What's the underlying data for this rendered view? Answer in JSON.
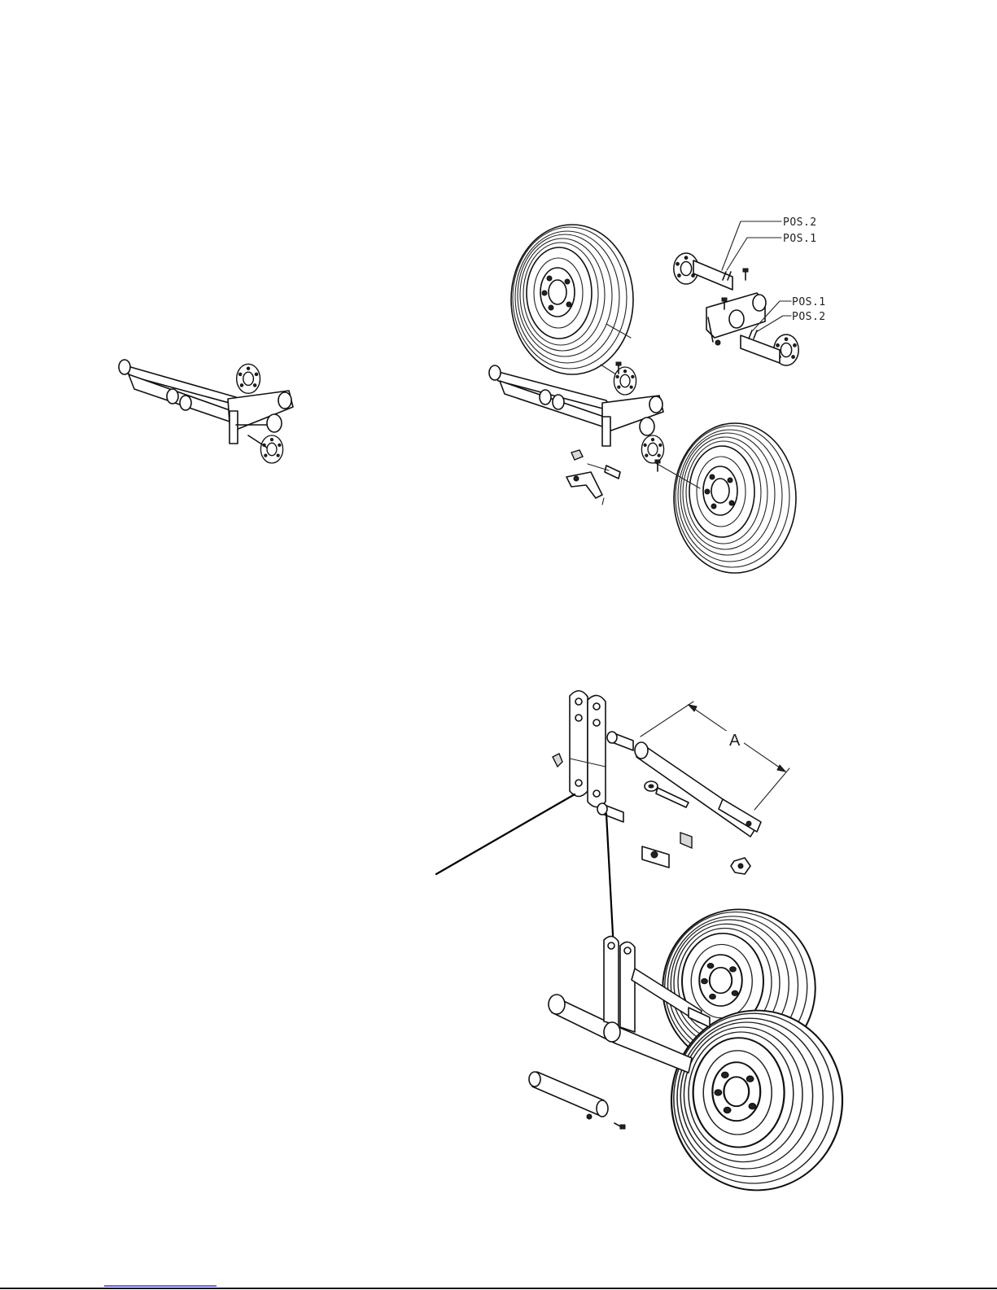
{
  "diagrams": {
    "axle_assembly_exploded": {
      "callouts": {
        "top_pos2": "POS.2",
        "top_pos1": "POS.1",
        "right_pos1": "POS.1",
        "right_pos2": "POS.2"
      }
    },
    "pivot_link_assembly": {
      "dimension_label": "A"
    }
  },
  "colors": {
    "ink": "#111111",
    "paper": "#ffffff",
    "footer_rule": "#3333cc"
  }
}
